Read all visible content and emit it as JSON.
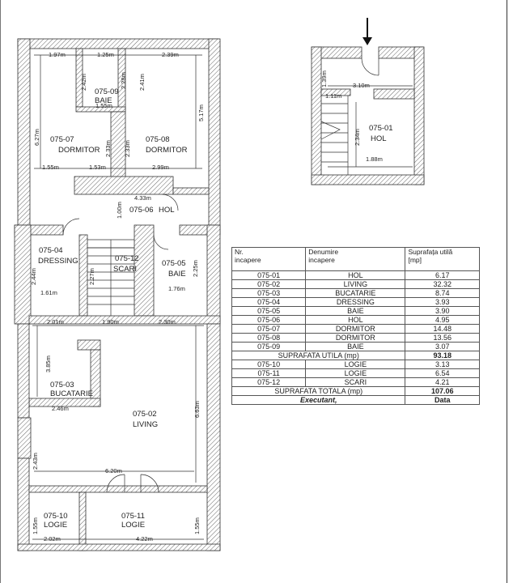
{
  "plan": {
    "rooms": [
      {
        "code": "075-09",
        "name": "BAIE"
      },
      {
        "code": "075-07",
        "name": "DORMITOR"
      },
      {
        "code": "075-08",
        "name": "DORMITOR"
      },
      {
        "code": "075-06",
        "name": "HOL"
      },
      {
        "code": "075-04",
        "name": "DRESSING"
      },
      {
        "code": "075-12",
        "name": "SCARI"
      },
      {
        "code": "075-05",
        "name": "BAIE"
      },
      {
        "code": "075-03",
        "name": "BUCATARIE"
      },
      {
        "code": "075-02",
        "name": "LIVING"
      },
      {
        "code": "075-10",
        "name": "LOGIE"
      },
      {
        "code": "075-11",
        "name": "LOGIE"
      },
      {
        "code": "075-01",
        "name": "HOL"
      }
    ],
    "dims": {
      "d1": "1.97m",
      "d2": "1.25m",
      "d3": "2.39m",
      "d4": "2.42m",
      "d5": "2.28m",
      "d6": "2.41m",
      "d7": "1.55m",
      "d8": "5.17m",
      "d9": "6.27m",
      "d10": "2.33m",
      "d11": "2.33m",
      "d12": "1.55m",
      "d13": "1.53m",
      "d14": "2.99m",
      "d15": "4.33m",
      "d16": "1.00m",
      "d17": "2.44m",
      "d18": "2.27m",
      "d19": "2.25m",
      "d20": "1.61m",
      "d21": "1.76m",
      "d22": "2.01m",
      "d23": "1.90m",
      "d24": "2.30m",
      "d25": "3.85m",
      "d26": "2.46m",
      "d27": "6.63m",
      "d28": "2.43m",
      "d29": "6.20m",
      "d30": "1.55m",
      "d31": "1.55m",
      "d32": "2.02m",
      "d33": "4.22m",
      "e1": "1.39m",
      "e2": "3.10m",
      "e3": "1.11m",
      "e4": "2.34m",
      "e5": "1.88m"
    }
  },
  "legend": {
    "headers": {
      "nr": "Nr.\nincapere",
      "denumire": "Denumire\nincapere",
      "suprafata": "Suprafața utilă\n[mp]"
    },
    "rows": [
      {
        "nr": "075-01",
        "name": "HOL",
        "area": "6.17"
      },
      {
        "nr": "075-02",
        "name": "LIVING",
        "area": "32.32"
      },
      {
        "nr": "075-03",
        "name": "BUCATARIE",
        "area": "8.74"
      },
      {
        "nr": "075-04",
        "name": "DRESSING",
        "area": "3.93"
      },
      {
        "nr": "075-05",
        "name": "BAIE",
        "area": "3.90"
      },
      {
        "nr": "075-06",
        "name": "HOL",
        "area": "4.95"
      },
      {
        "nr": "075-07",
        "name": "DORMITOR",
        "area": "14.48"
      },
      {
        "nr": "075-08",
        "name": "DORMITOR",
        "area": "13.56"
      },
      {
        "nr": "075-09",
        "name": "BAIE",
        "area": "3.07"
      }
    ],
    "subtotal": {
      "label": "SUPRAFATA UTILA (mp)",
      "value": "93.18"
    },
    "rows2": [
      {
        "nr": "075-10",
        "name": "LOGIE",
        "area": "3.13"
      },
      {
        "nr": "075-11",
        "name": "LOGIE",
        "area": "6.54"
      },
      {
        "nr": "075-12",
        "name": "SCARI",
        "area": "4.21"
      }
    ],
    "total": {
      "label": "SUPRAFATA TOTALA (mp)",
      "value": "107.06"
    },
    "executant": {
      "label": "Executant,",
      "value": "Data"
    }
  }
}
